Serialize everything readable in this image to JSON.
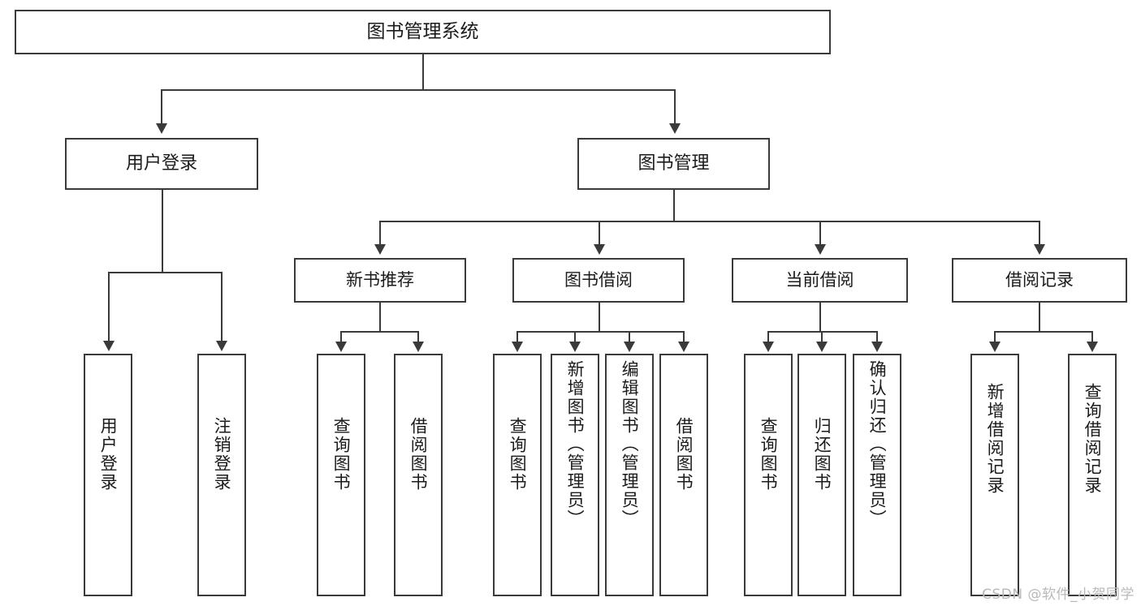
{
  "diagram": {
    "title": "图书管理系统",
    "type": "tree",
    "watermark": "CSDN @软件_小贺同学",
    "colors": {
      "border": "#3a3a3a",
      "background": "#ffffff",
      "text": "#1b1b1b",
      "watermark": "#b9b9b9"
    },
    "root": {
      "label": "图书管理系统"
    },
    "level2": [
      {
        "label": "用户登录"
      },
      {
        "label": "图书管理"
      }
    ],
    "level3": [
      {
        "label": "新书推荐"
      },
      {
        "label": "图书借阅"
      },
      {
        "label": "当前借阅"
      },
      {
        "label": "借阅记录"
      }
    ],
    "leaves": {
      "user_login": [
        {
          "label": "用户登录"
        },
        {
          "label": "注销登录"
        }
      ],
      "new_book_recommend": [
        {
          "label": "查询图书"
        },
        {
          "label": "借阅图书"
        }
      ],
      "book_borrow": [
        {
          "label": "查询图书"
        },
        {
          "label": "新增图书（管理员）"
        },
        {
          "label": "编辑图书（管理员）"
        },
        {
          "label": "借阅图书"
        }
      ],
      "current_borrow": [
        {
          "label": "查询图书"
        },
        {
          "label": "归还图书"
        },
        {
          "label": "确认归还（管理员）"
        }
      ],
      "borrow_record": [
        {
          "label": "新增借阅记录"
        },
        {
          "label": "查询借阅记录"
        }
      ]
    }
  }
}
